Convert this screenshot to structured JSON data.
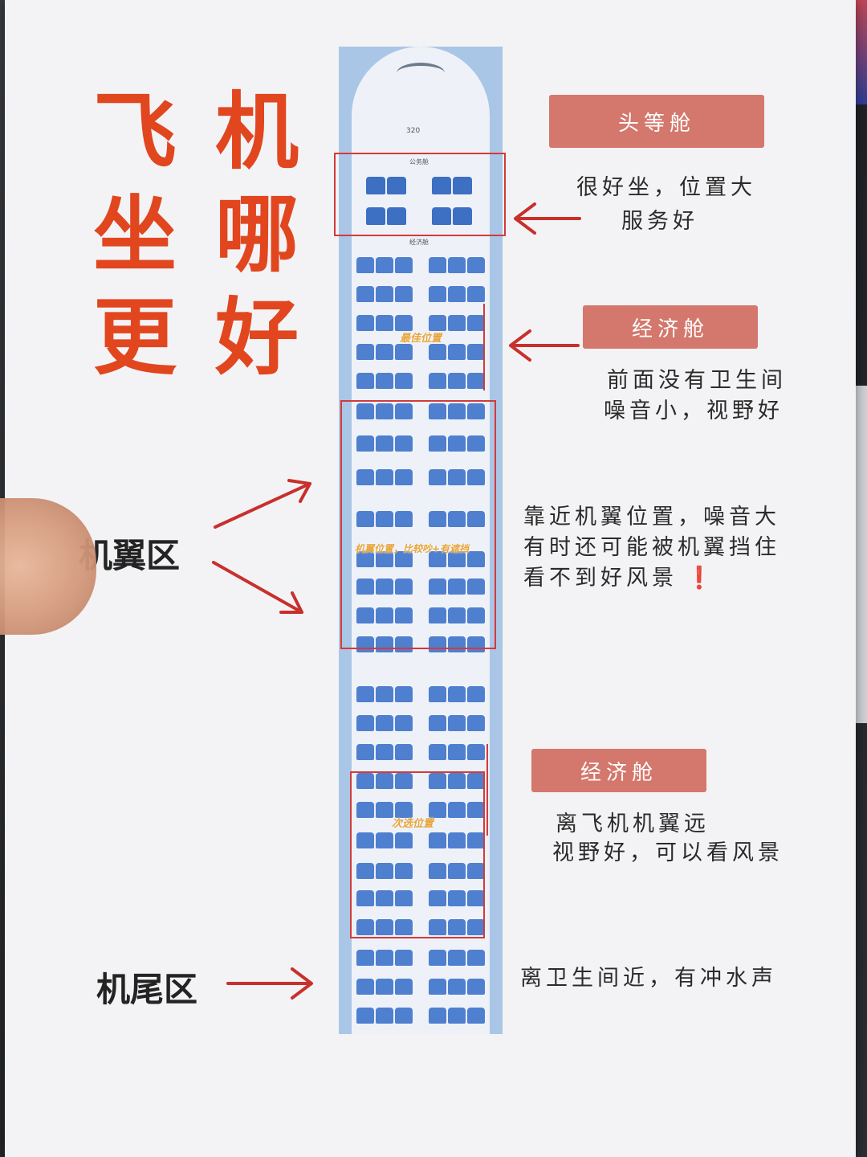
{
  "title": {
    "chars": [
      "飞",
      "机",
      "坐",
      "哪",
      "更",
      "好"
    ]
  },
  "zones": {
    "wing": "机翼区",
    "tail": "机尾区"
  },
  "seatmap": {
    "model": "320",
    "first_cabin": "公务舱",
    "economy_cabin": "经济舱",
    "best_tag": "最佳位置",
    "wing_tag": "机翼位置，比较吵+有遮挡",
    "second_tag": "次选位置"
  },
  "sections": [
    {
      "badge": "头等舱",
      "lines": [
        "很好坐，位置大",
        "服务好"
      ]
    },
    {
      "badge": "经济舱",
      "lines": [
        "前面没有卫生间",
        "噪音小，视野好"
      ]
    },
    {
      "badge": "",
      "lines": [
        "靠近机翼位置，噪音大",
        "有时还可能被机翼挡住",
        "看不到好风景"
      ],
      "warning": "❗"
    },
    {
      "badge": "经济舱",
      "lines": [
        "离飞机机翼远",
        "视野好，可以看风景"
      ]
    },
    {
      "badge": "",
      "lines": [
        "离卫生间近，有冲水声"
      ]
    }
  ],
  "colors": {
    "title": "#e1461f",
    "badge": "#d4776c",
    "highlight": "#d33a3a",
    "seat": "#4f7fcf"
  }
}
